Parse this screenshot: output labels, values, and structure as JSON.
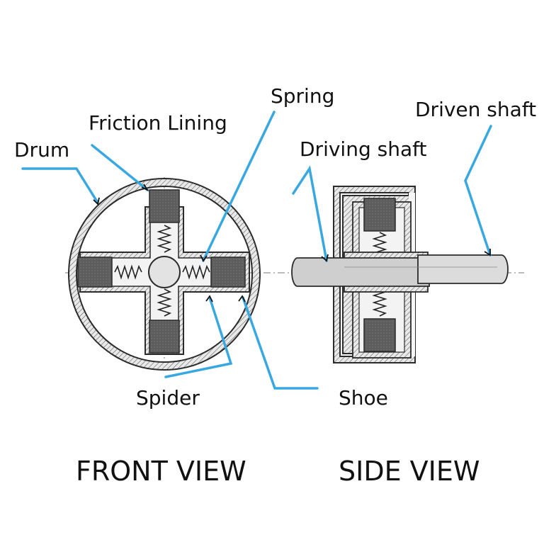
{
  "labels": {
    "drum": "Drum",
    "friction_lining": "Friction Lining",
    "spring": "Spring",
    "driving_shaft": "Driving shaft",
    "driven_shaft": "Driven shaft",
    "spider": "Spider",
    "shoe": "Shoe"
  },
  "views": {
    "front": "FRONT VIEW",
    "side": "SIDE VIEW"
  },
  "colors": {
    "leader": "#3aa8e0",
    "ink": "#2b2b2b",
    "shoe_fill": "#5a5a5a",
    "body_fill": "#e6e6e6"
  }
}
